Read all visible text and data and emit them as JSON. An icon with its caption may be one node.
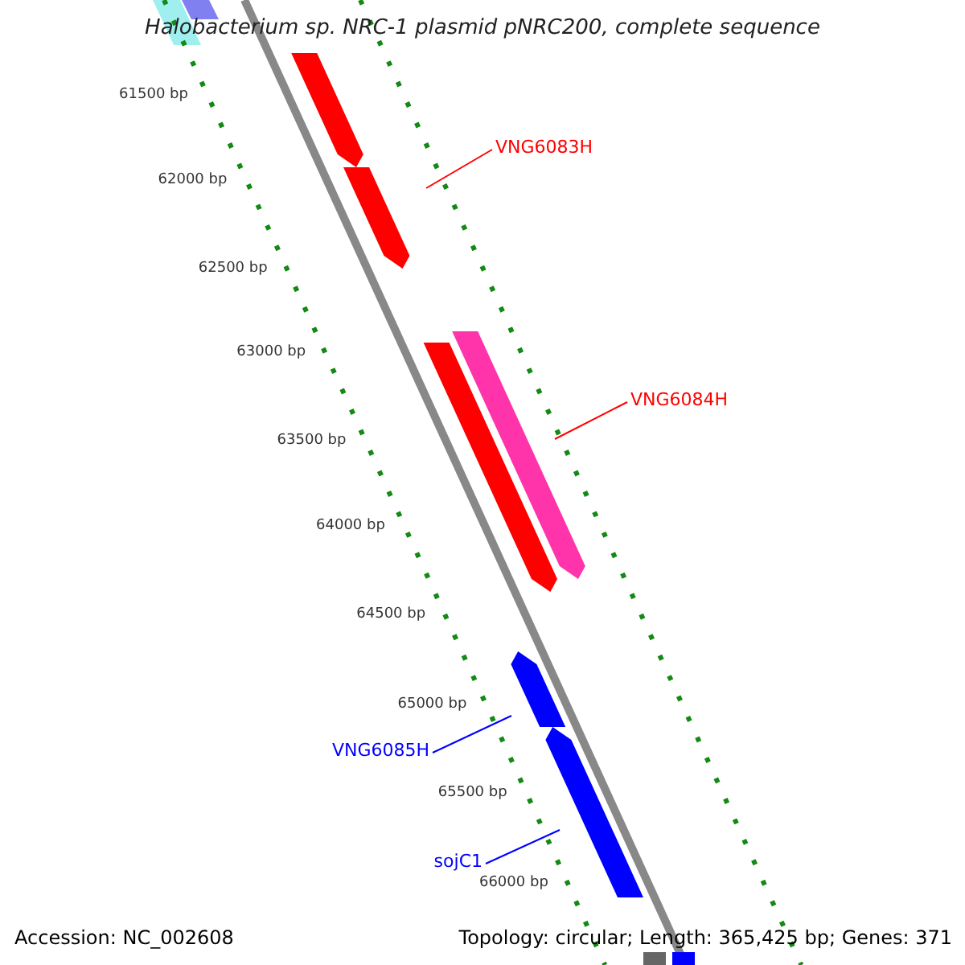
{
  "diagram": {
    "title": "Halobacterium sp. NRC-1 plasmid pNRC200, complete sequence",
    "nodes": [
      {
        "text": [
          "VNG6083H"
        ]
      },
      {
        "text": [
          "VNG6084H"
        ]
      },
      {
        "text": [
          "VNG6085H"
        ]
      },
      {
        "text": [
          "sojC1"
        ]
      }
    ],
    "edges": [
      {
        "from": 0,
        "to": null,
        "arrow": "none",
        "color": "#ff0000"
      },
      {
        "from": 1,
        "to": null,
        "arrow": "none",
        "color": "#ff0000"
      },
      {
        "from": 2,
        "to": null,
        "arrow": "none",
        "color": "#0000ff"
      },
      {
        "from": 3,
        "to": null,
        "arrow": "none",
        "color": "#0000ff"
      }
    ],
    "labels": [
      "61500 bp",
      "62000 bp",
      "62500 bp",
      "63000 bp",
      "63500 bp",
      "64000 bp",
      "64500 bp",
      "65000 bp",
      "65500 bp",
      "66000 bp",
      "Accession: NC_002608",
      "Topology: circular; Length: 365,425 bp; Genes: 371"
    ]
  }
}
